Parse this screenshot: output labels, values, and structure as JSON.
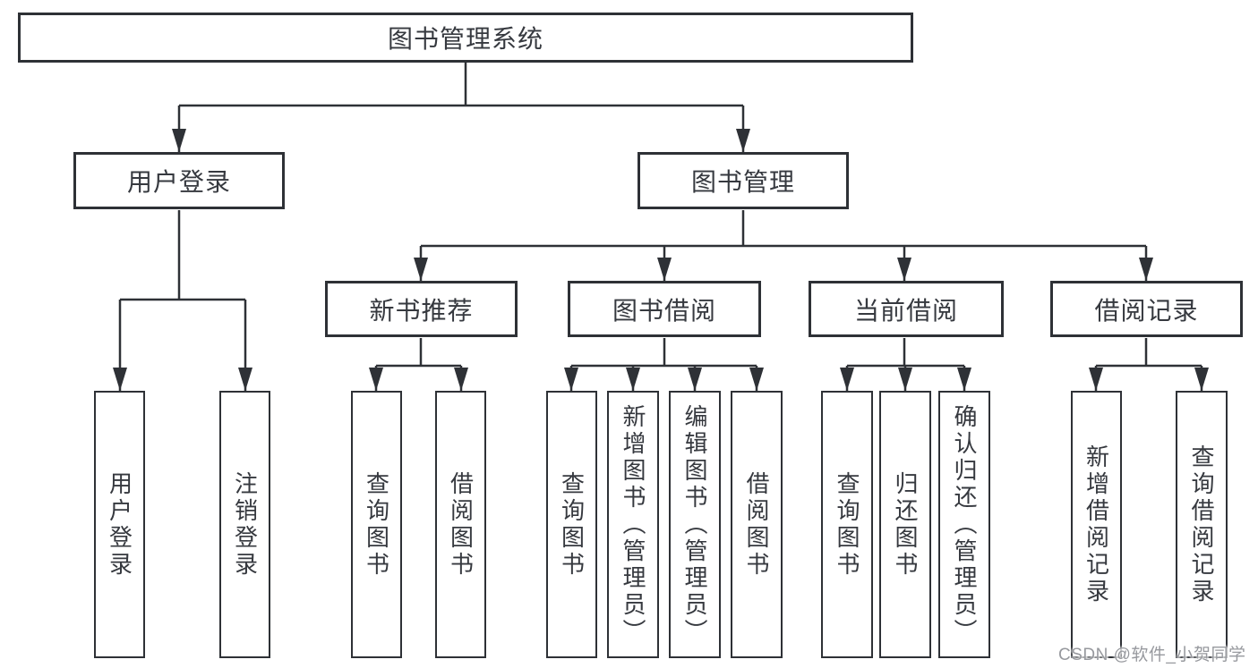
{
  "diagram": {
    "type": "hierarchy-tree",
    "watermark": "CSDN @软件_小贺同学",
    "colors": {
      "line": "#2e3136",
      "box_border": "#2e3136",
      "box_background": "#ffffff",
      "text": "#36393f",
      "watermark_text": "#97999e"
    },
    "tree": {
      "root": {
        "label": "图书管理系统"
      },
      "level2": [
        {
          "label": "用户登录",
          "children": [
            {
              "label": "用户登录"
            },
            {
              "label": "注销登录"
            }
          ]
        },
        {
          "label": "图书管理",
          "groups": [
            {
              "label": "新书推荐",
              "children": [
                {
                  "label": "查询图书"
                },
                {
                  "label": "借阅图书"
                }
              ]
            },
            {
              "label": "图书借阅",
              "children": [
                {
                  "label": "查询图书"
                },
                {
                  "label": "新增图书（管理员）"
                },
                {
                  "label": "编辑图书（管理员）"
                },
                {
                  "label": "借阅图书"
                }
              ]
            },
            {
              "label": "当前借阅",
              "children": [
                {
                  "label": "查询图书"
                },
                {
                  "label": "归还图书"
                },
                {
                  "label": "确认归还（管理员）"
                }
              ]
            },
            {
              "label": "借阅记录",
              "children": [
                {
                  "label": "新增借阅记录"
                },
                {
                  "label": "查询借阅记录"
                }
              ]
            }
          ]
        }
      ]
    }
  }
}
